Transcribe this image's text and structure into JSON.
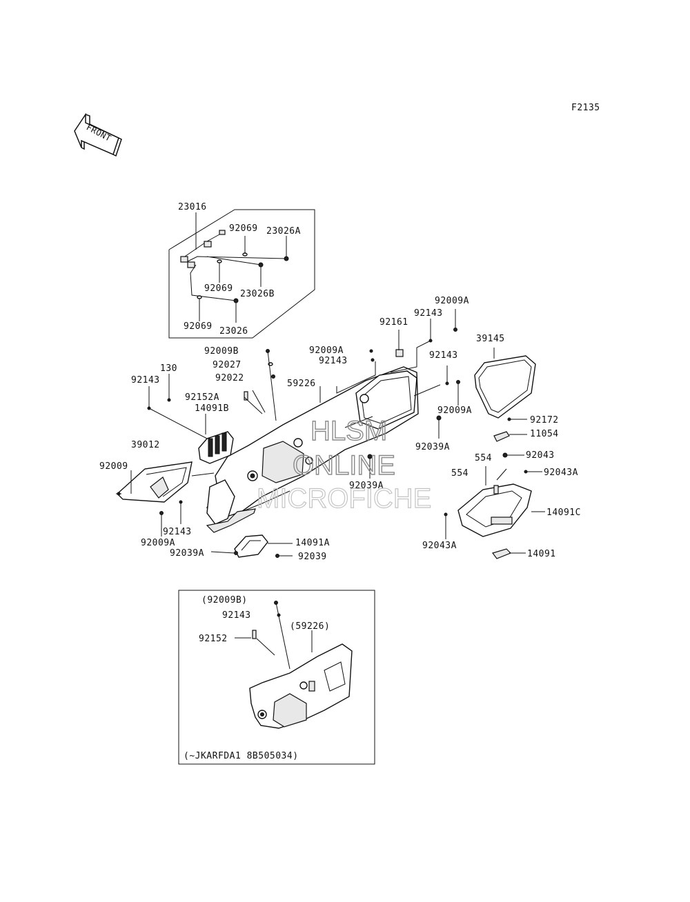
{
  "figure_code": "F2135",
  "front_label": "FRONT",
  "watermark": {
    "line1": "HLSM",
    "line2": "ONLINE",
    "line3": "MICROFICHE"
  },
  "parts": {
    "p23016": "23016",
    "p92069_a": "92069",
    "p23026A": "23026A",
    "p92069_b": "92069",
    "p23026B": "23026B",
    "p92069_c": "92069",
    "p23026": "23026",
    "p92009B": "92009B",
    "p92027": "92027",
    "p92022": "92022",
    "p130": "130",
    "p92143_a": "92143",
    "p92152A": "92152A",
    "p14091B": "14091B",
    "p39012": "39012",
    "p92009": "92009",
    "p92143_b": "92143",
    "p92009A_a": "92009A",
    "p92039A_a": "92039A",
    "p14091A": "14091A",
    "p92039": "92039",
    "p59226": "59226",
    "p92009A_b": "92009A",
    "p92143_c": "92143",
    "p92161": "92161",
    "p92143_d": "92143",
    "p92009A_c": "92009A",
    "p92143_e": "92143",
    "p92009A_d": "92009A",
    "p39145": "39145",
    "p92039A_b": "92039A",
    "p92039A_c": "92039A",
    "p92172": "92172",
    "p11054": "11054",
    "p92043": "92043",
    "p554_a": "554",
    "p554_b": "554",
    "p92043A_a": "92043A",
    "p14091C": "14091C",
    "p92043A_b": "92043A",
    "p14091": "14091"
  },
  "inset": {
    "p92009B": "(92009B)",
    "p92143": "92143",
    "p59226": "(59226)",
    "p92152": "92152",
    "caption": "(~JKARFDA1 8B505034)"
  }
}
